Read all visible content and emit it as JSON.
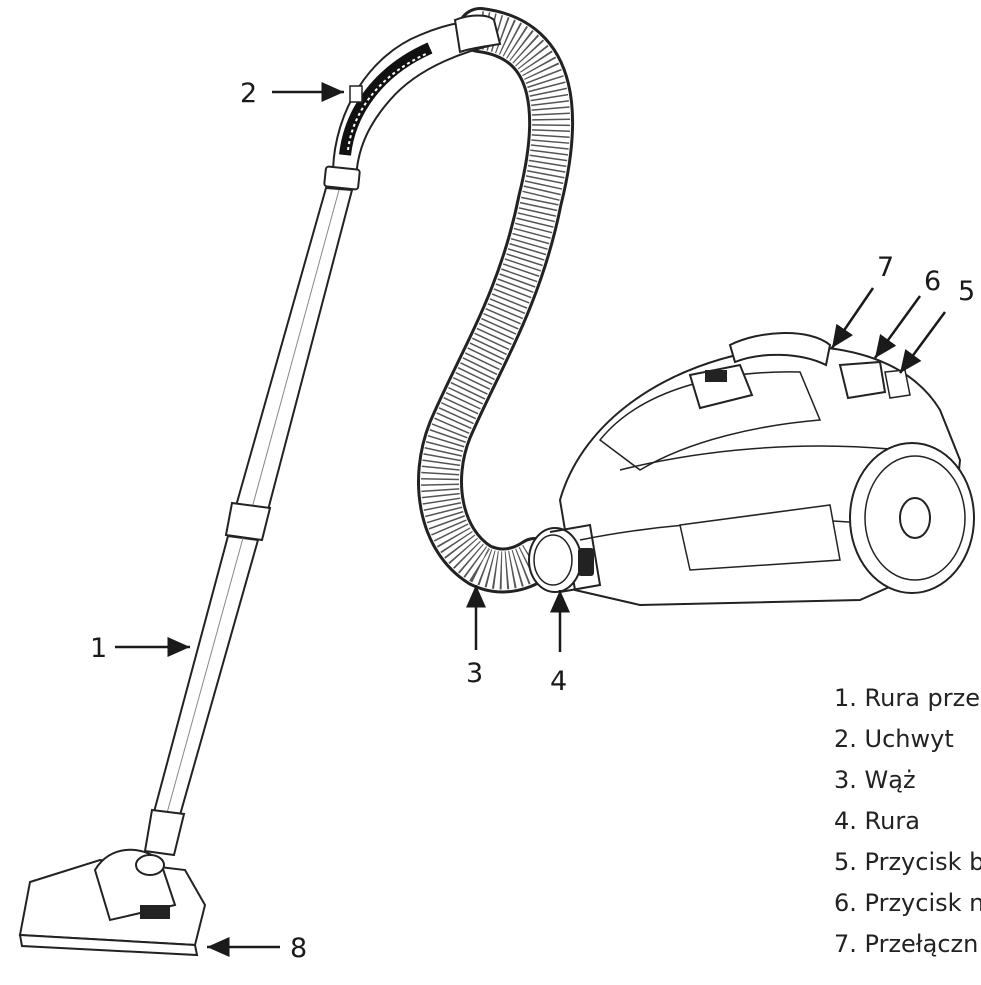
{
  "callouts": {
    "c1": "1",
    "c2": "2",
    "c3": "3",
    "c4": "4",
    "c5": "5",
    "c6": "6",
    "c7": "7",
    "c8": "8"
  },
  "legend": {
    "items": [
      "1. Rura prze",
      "2. Uchwyt",
      "3. Wąż",
      "4. Rura",
      "5. Przycisk b",
      "6. Przycisk n",
      "7. Przełączn"
    ]
  }
}
